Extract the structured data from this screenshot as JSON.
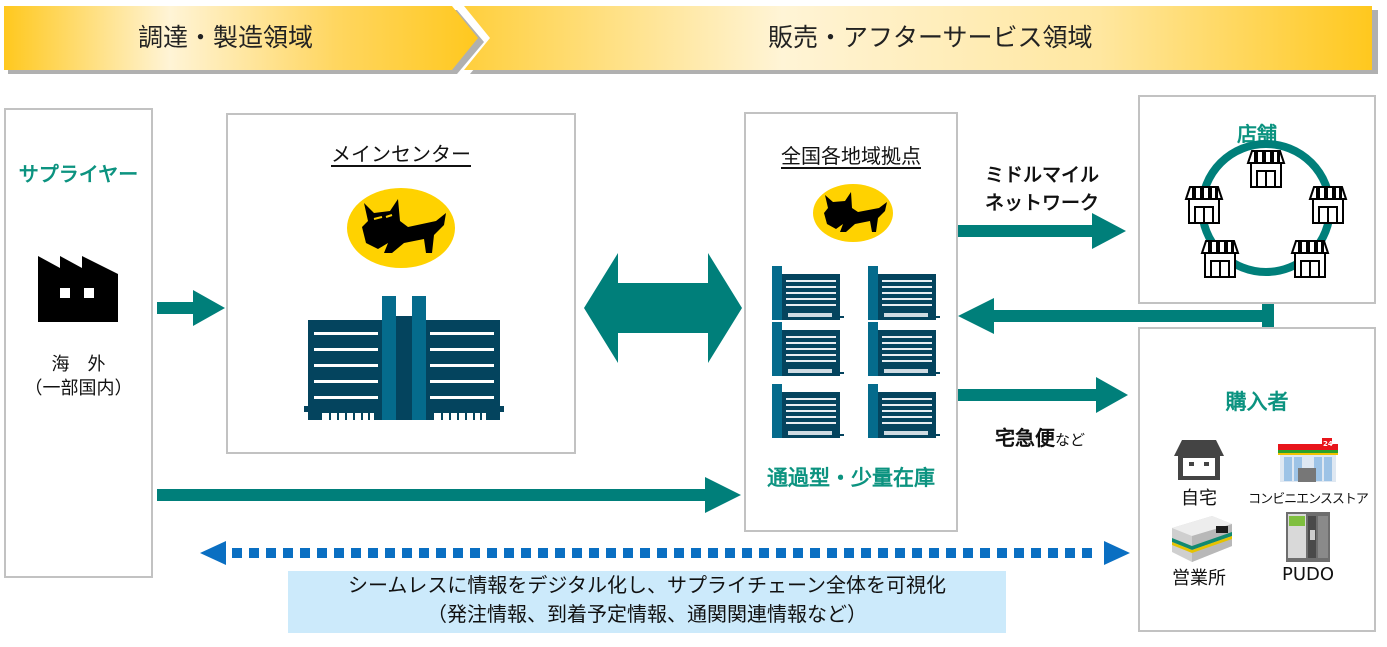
{
  "banner": {
    "left_label": "調達・製造領域",
    "right_label": "販売・アフターサービス領域",
    "color": "#ffc820"
  },
  "supplier": {
    "title": "サプライヤー",
    "icon": "factory-icon",
    "line1": "海　外",
    "line2": "（一部国内）"
  },
  "main_center": {
    "title": "メインセンター",
    "logo": "black-cat-logo-icon",
    "icon": "warehouse-building-icon"
  },
  "regional_hubs": {
    "title": "全国各地域拠点",
    "logo": "black-cat-logo-icon",
    "icon": "small-warehouse-icon",
    "caption": "通過型・少量在庫"
  },
  "routes": {
    "middle_mile_line1": "ミドルマイル",
    "middle_mile_line2": "ネットワーク",
    "parcel_main": "宅急便",
    "parcel_suffix": "など"
  },
  "stores": {
    "title": "店舗",
    "icon": "store-icon"
  },
  "buyers": {
    "title": "購入者",
    "items": [
      {
        "label": "自宅",
        "icon": "home-icon"
      },
      {
        "label": "コンビニエンスストア",
        "icon": "convenience-store-icon"
      },
      {
        "label": "営業所",
        "icon": "sales-office-icon"
      },
      {
        "label": "PUDO",
        "icon": "pudo-locker-icon"
      }
    ]
  },
  "info": {
    "line1": "シームレスに情報をデジタル化し、サプライチェーン全体を可視化",
    "line2": "（発注情報、到着予定情報、通関関連情報など）"
  },
  "colors": {
    "teal": "#007f7a",
    "teal_text": "#0c9380",
    "navy": "#04445e",
    "blue_dotted": "#0a6fc2",
    "info_bg": "#cceafb"
  }
}
